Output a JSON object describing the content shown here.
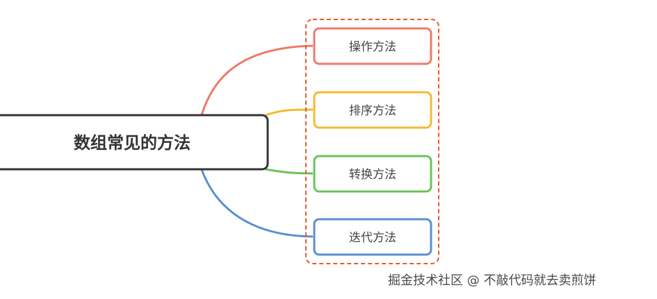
{
  "diagram": {
    "type": "mind-map",
    "root": {
      "label": "数组常见的方法"
    },
    "children": [
      {
        "label": "操作方法",
        "color": "#F07868"
      },
      {
        "label": "排序方法",
        "color": "#F5B92E"
      },
      {
        "label": "转换方法",
        "color": "#6DC25A"
      },
      {
        "label": "迭代方法",
        "color": "#5B8FD0"
      }
    ],
    "group_border_color": "#E85A2A",
    "root_border_color": "#333333"
  },
  "watermark": {
    "text": "掘金技术社区 @ 不敲代码就去卖煎饼"
  }
}
